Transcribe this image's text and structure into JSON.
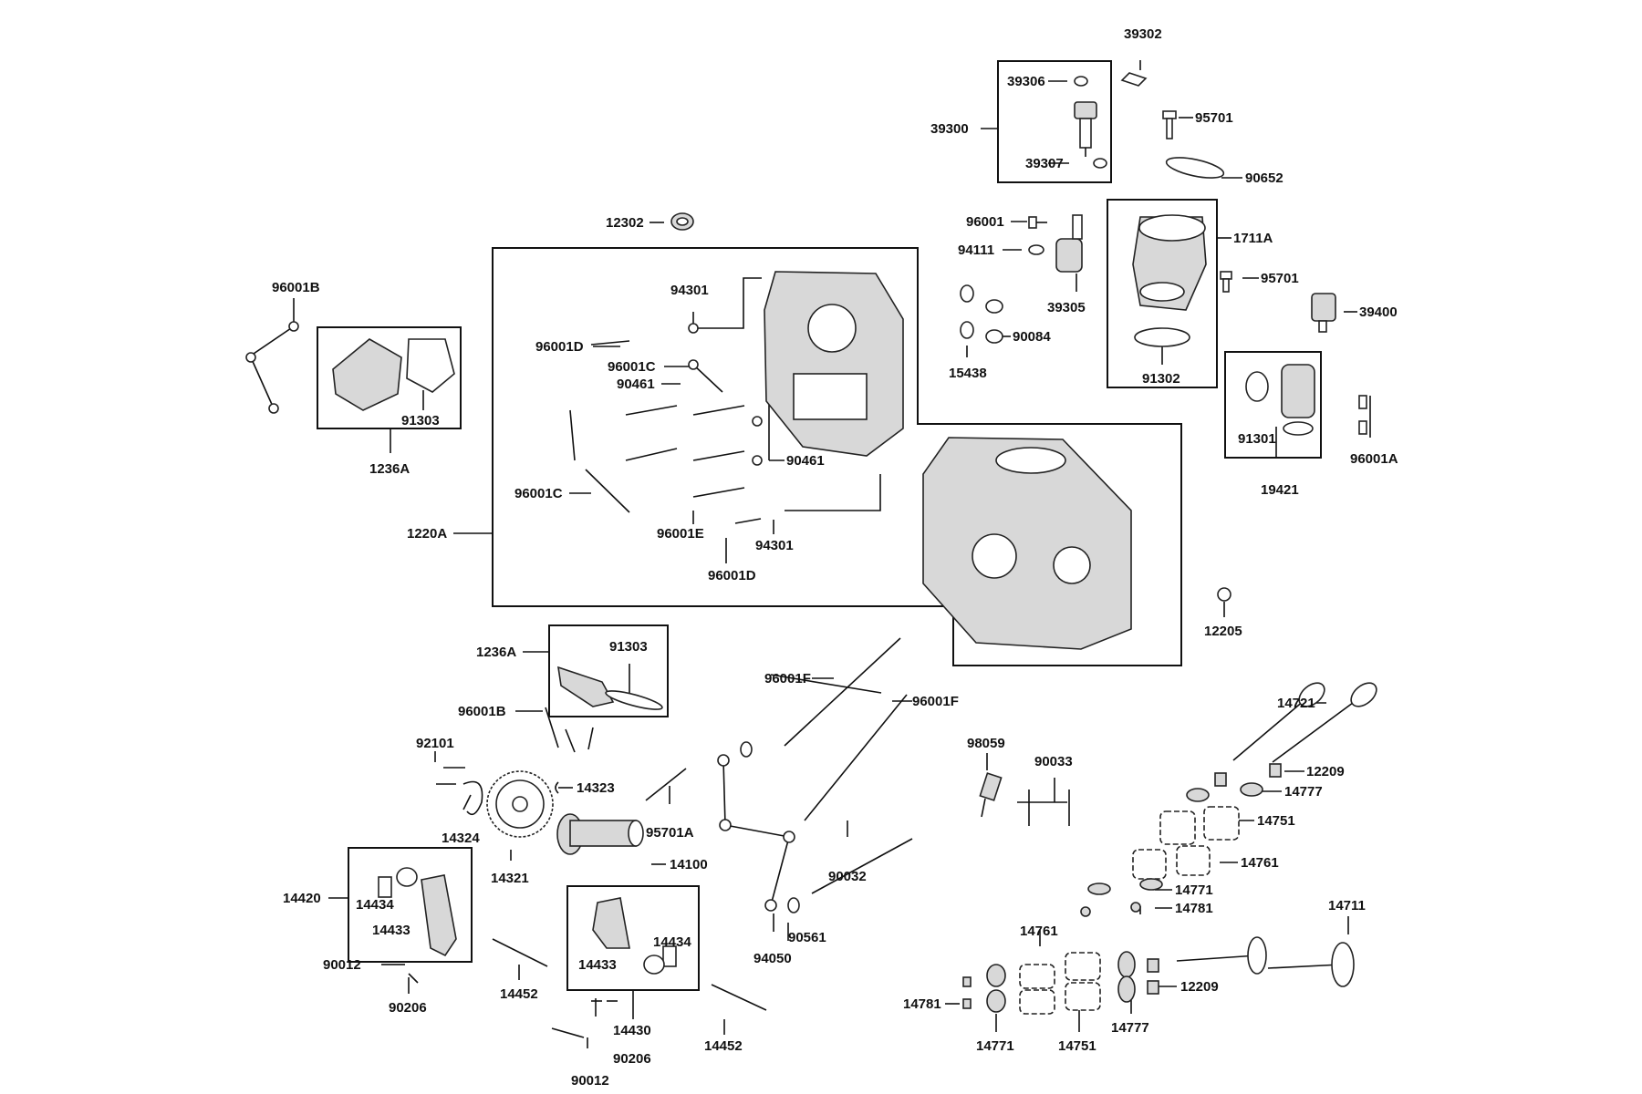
{
  "diagram_type": "exploded parts diagram",
  "labels": {
    "39302": "39302",
    "39306": "39306",
    "39300": "39300",
    "95701_top": "95701",
    "39307": "39307",
    "90652": "90652",
    "12302": "12302",
    "96001": "96001",
    "1711A": "1711A",
    "94111": "94111",
    "95701_mid": "95701",
    "39305": "39305",
    "39400": "39400",
    "90084": "90084",
    "15438": "15438",
    "91302": "91302",
    "96001B_top": "96001B",
    "94301_top": "94301",
    "96001D_top": "96001D",
    "96001C_top": "96001C",
    "90461_top": "90461",
    "91303_top": "91303",
    "1236A_top": "1236A",
    "90461_right": "90461",
    "96001C_left": "96001C",
    "96001E": "96001E",
    "94301_bot": "94301",
    "96001D_bot": "96001D",
    "1220A": "1220A",
    "91301": "91301",
    "96001A": "96001A",
    "19421": "19421",
    "12205": "12205",
    "1236A_bot": "1236A",
    "91303_bot": "91303",
    "96001B_bot": "96001B",
    "96001F_a": "96001F",
    "96001F_b": "96001F",
    "14721": "14721",
    "12209_top": "12209",
    "14777_top": "14777",
    "14751_top": "14751",
    "14761_top": "14761",
    "14771_top": "14771",
    "14781_top": "14781",
    "92101": "92101",
    "14323": "14323",
    "14324": "14324",
    "95701A": "95701A",
    "98059": "98059",
    "90033": "90033",
    "14321": "14321",
    "14100": "14100",
    "90032": "90032",
    "14420": "14420",
    "14434_a": "14434",
    "14433_a": "14433",
    "90012_a": "90012",
    "90206_a": "90206",
    "14452_a": "14452",
    "14434_b": "14434",
    "14433_b": "14433",
    "14430": "14430",
    "90206_b": "90206",
    "90012_b": "90012",
    "14452_b": "14452",
    "94050": "94050",
    "90561": "90561",
    "14761_bot": "14761",
    "14711": "14711",
    "14781_bot": "14781",
    "12209_bot": "12209",
    "14771_bot": "14771",
    "14751_bot": "14751",
    "14777_bot": "14777"
  }
}
